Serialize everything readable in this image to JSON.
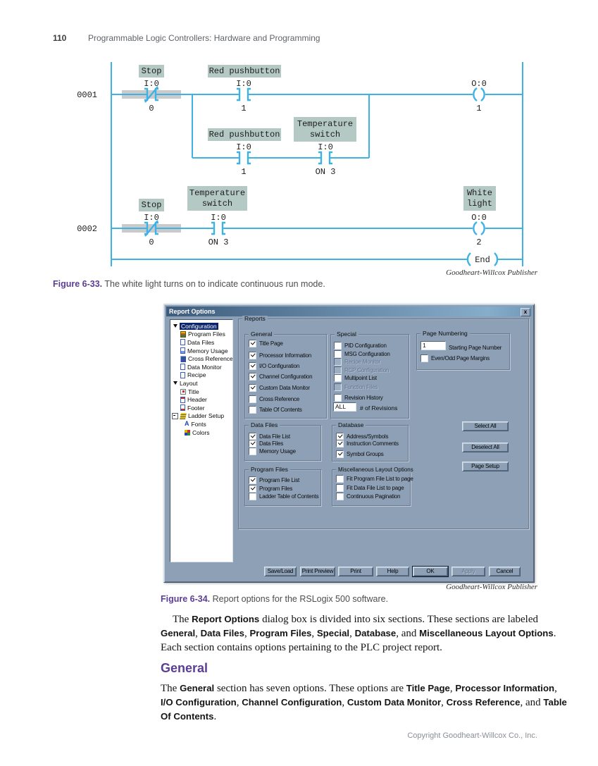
{
  "page": {
    "number": "110",
    "running_head": "Programmable Logic Controllers: Hardware and Programming",
    "copyright": "Copyright Goodheart-Willcox Co., Inc.",
    "publisher_credit": "Goodheart-Willcox Publisher"
  },
  "fig33": {
    "label": "Figure 6-33.",
    "text": " The white light turns on to indicate continuous run mode."
  },
  "fig34": {
    "label": "Figure 6-34.",
    "text": " Report options for the RSLogix 500 software."
  },
  "ladder": {
    "wire_color": "#3fb2e5",
    "tag_bg": "#b4c9c4",
    "rung1_number": "0001",
    "rung2_number": "0002",
    "stop": "Stop",
    "red_pushbutton": "Red pushbutton",
    "temperature1": "Temperature",
    "temperature2": "switch",
    "white1": "White",
    "white2": "light",
    "addr_input": "I:0",
    "addr_output": "O:0",
    "bit_0": "0",
    "bit_1": "1",
    "bit_2": "2",
    "bit_on3": "ON 3",
    "end": "End"
  },
  "dialog": {
    "title": "Report Options",
    "close_icon": "x",
    "reports_label": "Reports",
    "font_icon": "A",
    "tree": {
      "items": [
        {
          "label": "Configuration",
          "icon": "expanded-arrow",
          "selected": true
        },
        {
          "label": "Program Files",
          "icon": "program-files-icon"
        },
        {
          "label": "Data Files",
          "icon": "document-icon"
        },
        {
          "label": "Memory Usage",
          "icon": "memory-document-icon"
        },
        {
          "label": "Cross Reference",
          "icon": "cross-reference-icon"
        },
        {
          "label": "Data Monitor",
          "icon": "document-icon"
        },
        {
          "label": "Recipe",
          "icon": "document-icon"
        },
        {
          "label": "Layout",
          "icon": "expanded-arrow"
        },
        {
          "label": "Title",
          "icon": "title-icon"
        },
        {
          "label": "Header",
          "icon": "header-icon"
        },
        {
          "label": "Footer",
          "icon": "footer-icon"
        },
        {
          "label": "Ladder Setup",
          "icon": "ladder-icon",
          "expander": "minus"
        },
        {
          "label": "Fonts",
          "icon": "font-icon"
        },
        {
          "label": "Colors",
          "icon": "colors-icon"
        }
      ]
    },
    "general": {
      "label": "General",
      "items": [
        {
          "label": "Title Page",
          "checked": true
        },
        {
          "label": "Processor Information",
          "checked": true
        },
        {
          "label": "I/O Configuration",
          "checked": true
        },
        {
          "label": "Channel Configuration",
          "checked": true
        },
        {
          "label": "Custom Data Monitor",
          "checked": true
        },
        {
          "label": "Cross Reference",
          "checked": false
        },
        {
          "label": "Table Of Contents",
          "checked": false
        }
      ]
    },
    "special": {
      "label": "Special",
      "items": [
        {
          "label": "PID Configuration",
          "checked": false
        },
        {
          "label": "MSG Configuration",
          "checked": false
        },
        {
          "label": "Recipe Monitor",
          "checked": false,
          "disabled": true
        },
        {
          "label": "RCP Configuration",
          "checked": false,
          "disabled": true
        },
        {
          "label": "Multipoint List",
          "checked": false
        },
        {
          "label": "Function Files",
          "checked": false,
          "disabled": true
        },
        {
          "label": "Revision History",
          "checked": false
        }
      ],
      "revisions_value": "ALL",
      "revisions_label": "# of Revisions"
    },
    "page_numbering": {
      "label": "Page Numbering",
      "start_value": "1",
      "start_label": "Starting Page Number",
      "margins_label": "Even/Odd Page Margins",
      "margins_checked": false
    },
    "data_files": {
      "label": "Data Files",
      "items": [
        {
          "label": "Data File List",
          "checked": true
        },
        {
          "label": "Data Files",
          "checked": true
        },
        {
          "label": "Memory Usage",
          "checked": false
        }
      ]
    },
    "database": {
      "label": "Database",
      "items": [
        {
          "label": "Address/Symbols",
          "checked": true
        },
        {
          "label": "Instruction Comments",
          "checked": true
        },
        {
          "label": "Symbol Groups",
          "checked": true
        }
      ]
    },
    "program_files": {
      "label": "Program Files",
      "items": [
        {
          "label": "Program File List",
          "checked": true
        },
        {
          "label": "Program Files",
          "checked": true
        },
        {
          "label": "Ladder Table of Contents",
          "checked": false
        }
      ]
    },
    "misc": {
      "label": "Miscellaneous Layout Options",
      "items": [
        {
          "label": "Fit Program File List to page",
          "checked": false
        },
        {
          "label": "Fit Data File List to page",
          "checked": false
        },
        {
          "label": "Continuous Pagination",
          "checked": false
        }
      ]
    },
    "side_buttons": [
      {
        "label": "Select All"
      },
      {
        "label": "Deselect All"
      },
      {
        "label": "Page Setup"
      }
    ],
    "bottom_buttons": [
      {
        "label": "Save/Load"
      },
      {
        "label": "Print Preview"
      },
      {
        "label": "Print"
      },
      {
        "label": "Help"
      },
      {
        "label": "OK",
        "default": true
      },
      {
        "label": "Apply",
        "disabled": true
      },
      {
        "label": "Cancel"
      }
    ]
  },
  "body": {
    "heading": "General",
    "p1": {
      "line1": [
        {
          "t": "The "
        },
        {
          "t": "Report Options",
          "b": true
        },
        {
          "t": " dialog box is divided into six sections. These sections are labeled"
        }
      ],
      "line2": [
        {
          "t": "General",
          "b": true
        },
        {
          "t": ", "
        },
        {
          "t": "Data Files",
          "b": true
        },
        {
          "t": ", "
        },
        {
          "t": "Program Files",
          "b": true
        },
        {
          "t": ", "
        },
        {
          "t": "Special",
          "b": true
        },
        {
          "t": ", "
        },
        {
          "t": "Database",
          "b": true
        },
        {
          "t": ", and "
        },
        {
          "t": "Miscellaneous Layout Options",
          "b": true
        },
        {
          "t": "."
        }
      ],
      "line3": [
        {
          "t": "Each section contains options pertaining to the PLC project report."
        }
      ]
    },
    "p2": {
      "line1": [
        {
          "t": "The "
        },
        {
          "t": "General",
          "b": true
        },
        {
          "t": " section has seven options. These options are "
        },
        {
          "t": "Title Page",
          "b": true
        },
        {
          "t": ", "
        },
        {
          "t": "Processor Information",
          "b": true
        },
        {
          "t": ","
        }
      ],
      "line2": [
        {
          "t": "I/O Configuration",
          "b": true
        },
        {
          "t": ", "
        },
        {
          "t": "Channel Configuration",
          "b": true
        },
        {
          "t": ", "
        },
        {
          "t": "Custom Data Monitor",
          "b": true
        },
        {
          "t": ", "
        },
        {
          "t": "Cross Reference",
          "b": true
        },
        {
          "t": ", and "
        },
        {
          "t": "Table",
          "b": true
        }
      ],
      "line3": [
        {
          "t": "Of Contents",
          "b": true
        },
        {
          "t": "."
        }
      ]
    }
  }
}
